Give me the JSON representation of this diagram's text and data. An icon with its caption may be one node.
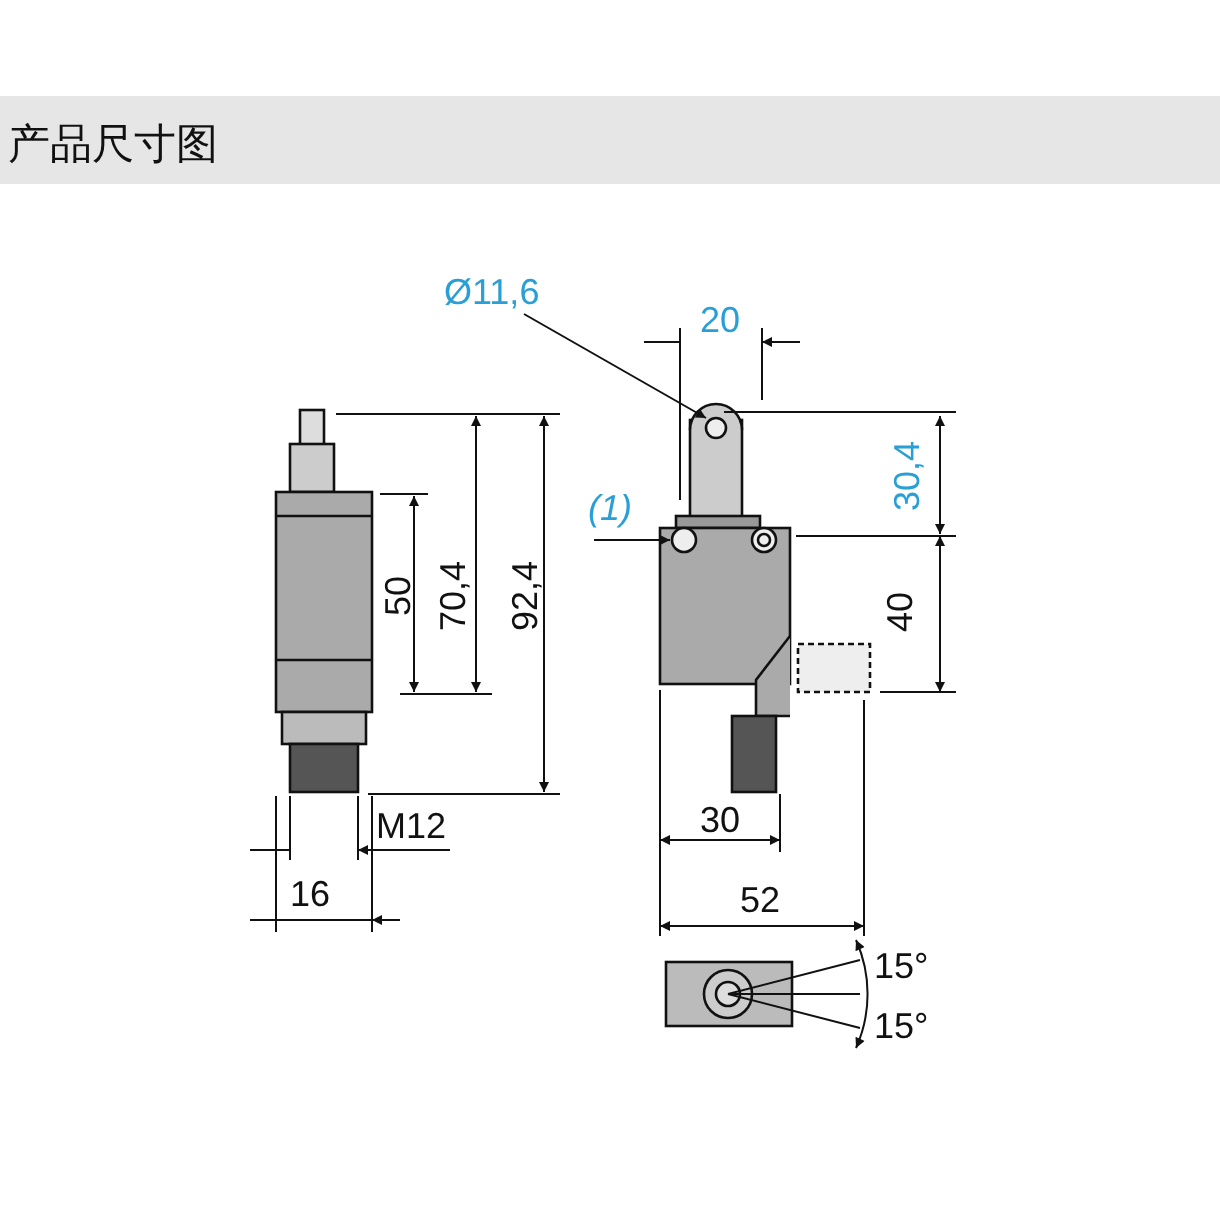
{
  "diagram": {
    "title": "产品尺寸图",
    "nodes": [
      {
        "text": [
          "Ø11,6"
        ]
      },
      {
        "text": [],
        "shape": "circle"
      },
      {
        "text": [
          "(1)"
        ]
      },
      {
        "text": [],
        "shape": "circle"
      }
    ],
    "edges": [
      {
        "from": 0,
        "to": 1,
        "arrow": "to"
      },
      {
        "from": 2,
        "to": 3,
        "arrow": "to"
      }
    ],
    "labels": [
      "20",
      "30,4",
      "50",
      "70,4",
      "92,4",
      "40",
      "M12",
      "16",
      "30",
      "52",
      "15°",
      "15°"
    ]
  }
}
